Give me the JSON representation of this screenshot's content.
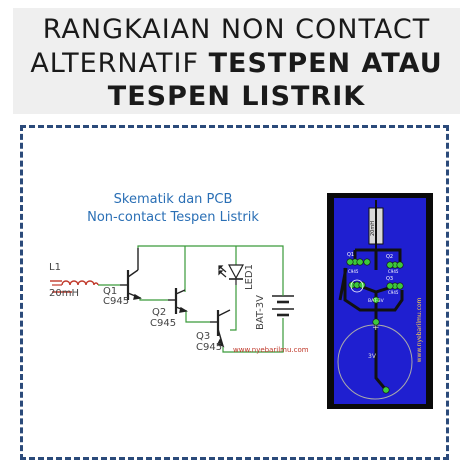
{
  "header": {
    "line1": "RANGKAIAN NON CONTACT",
    "line2_a": "ALTERNATIF",
    "line2_b": "TESTPEN ATAU",
    "line3": "TESPEN LISTRIK"
  },
  "schematic": {
    "title_1": "Skematik dan PCB",
    "title_2": "Non-contact Tespen Listrik",
    "l1_label": "L1",
    "l1_value": "20mH",
    "q1_label": "Q1",
    "q1_value": "C945",
    "q2_label": "Q2",
    "q2_value": "C945",
    "q3_label": "Q3",
    "q3_value": "C945",
    "led_label": "LED1",
    "bat_label": "BAT-3V",
    "website": "www.nyebarilmu.com"
  },
  "pcb": {
    "inductor_label": "20mH",
    "q1": "Q1",
    "q2": "Q2",
    "q3": "Q3",
    "c945_a": "C945",
    "c945_b": "C945",
    "c945_c": "C945",
    "bat_label": "BAT-3V",
    "battery_voltage": "3V",
    "plus": "+",
    "website": "www.nyebarilmu.com"
  },
  "colors": {
    "title_blue": "#2a6fb5",
    "wire_green": "#3a9a3a",
    "component_dark": "#222222",
    "inductor_red": "#c0392b",
    "pcb_board": "#1f1fd0",
    "pcb_trace": "#111111",
    "pcb_pad": "#3cc83c",
    "frame_blue": "#2b4a7a"
  }
}
